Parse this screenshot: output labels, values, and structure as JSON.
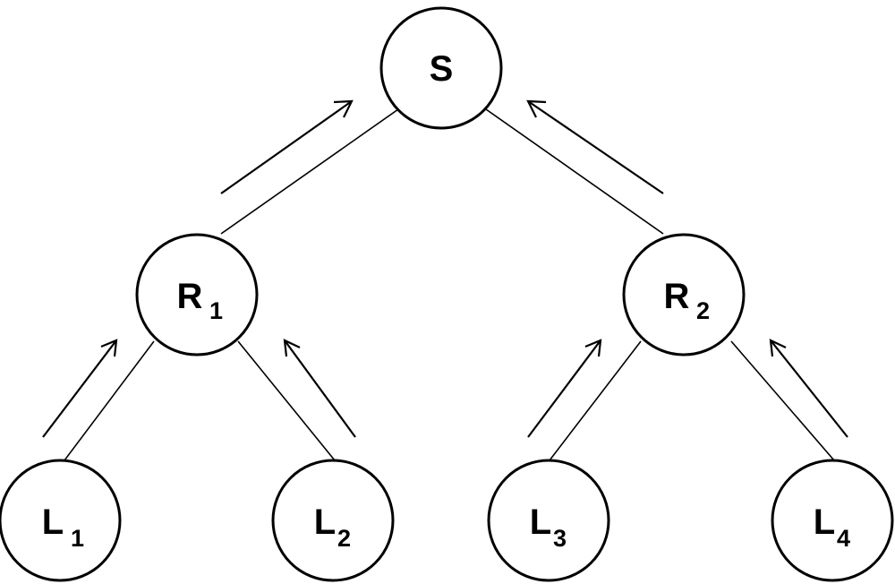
{
  "nodes": {
    "s": {
      "label": "S",
      "sub": ""
    },
    "r1": {
      "label": "R",
      "sub": "1"
    },
    "r2": {
      "label": "R",
      "sub": "2"
    },
    "l1": {
      "label": "L",
      "sub": "1"
    },
    "l2": {
      "label": "L",
      "sub": "2"
    },
    "l3": {
      "label": "L",
      "sub": "3"
    },
    "l4": {
      "label": "L",
      "sub": "4"
    }
  },
  "edges": [
    {
      "from": "r1",
      "to": "s"
    },
    {
      "from": "r2",
      "to": "s"
    },
    {
      "from": "l1",
      "to": "r1"
    },
    {
      "from": "l2",
      "to": "r1"
    },
    {
      "from": "l3",
      "to": "r2"
    },
    {
      "from": "l4",
      "to": "r2"
    }
  ],
  "colors": {
    "stroke": "#000000",
    "fill": "#ffffff"
  }
}
